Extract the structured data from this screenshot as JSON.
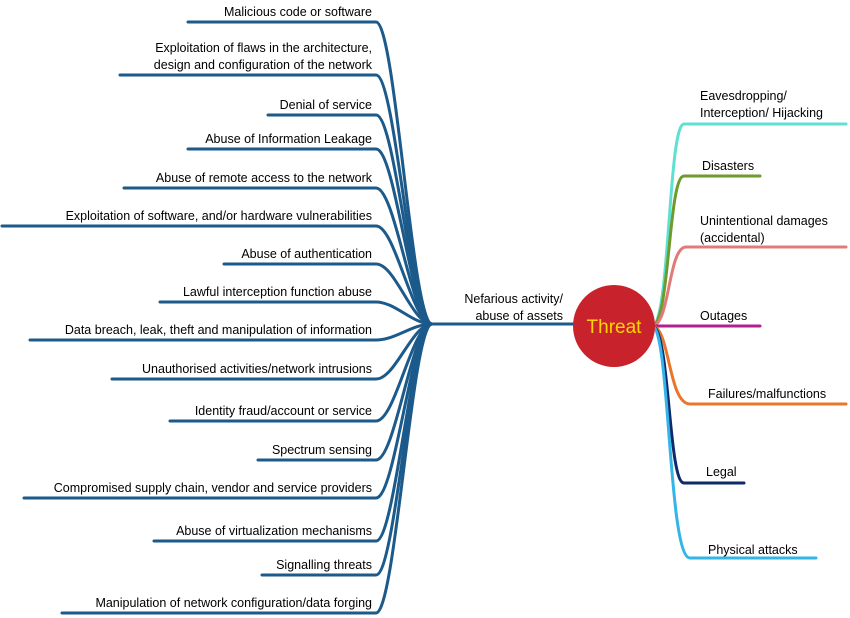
{
  "center": {
    "label": "Threat",
    "fill_color": "#C8232C",
    "text_color": "#FFD400"
  },
  "nefarious_branch": {
    "label_lines": [
      "Nefarious activity/",
      "abuse of assets"
    ],
    "color": "#1B5A8A",
    "items": [
      {
        "lines": [
          "Malicious code or software"
        ]
      },
      {
        "lines": [
          "Exploitation of flaws in the architecture,",
          "design and configuration of the network"
        ]
      },
      {
        "lines": [
          "Denial of service"
        ]
      },
      {
        "lines": [
          "Abuse of Information Leakage"
        ]
      },
      {
        "lines": [
          "Abuse of remote access to the network"
        ]
      },
      {
        "lines": [
          "Exploitation of software, and/or hardware vulnerabilities"
        ]
      },
      {
        "lines": [
          "Abuse of authentication"
        ]
      },
      {
        "lines": [
          "Lawful interception function abuse"
        ]
      },
      {
        "lines": [
          "Data breach, leak, theft and manipulation of information"
        ]
      },
      {
        "lines": [
          "Unauthorised activities/network intrusions"
        ]
      },
      {
        "lines": [
          "Identity fraud/account or service"
        ]
      },
      {
        "lines": [
          "Spectrum sensing"
        ]
      },
      {
        "lines": [
          "Compromised supply chain, vendor and service providers"
        ]
      },
      {
        "lines": [
          "Abuse of virtualization mechanisms"
        ]
      },
      {
        "lines": [
          "Signalling threats"
        ]
      },
      {
        "lines": [
          "Manipulation of network configuration/data forging"
        ]
      }
    ]
  },
  "right_branches": [
    {
      "lines": [
        "Eavesdropping/",
        "Interception/ Hijacking"
      ],
      "color": "#5FE0D0"
    },
    {
      "lines": [
        "Disasters"
      ],
      "color": "#6E9A2E"
    },
    {
      "lines": [
        "Unintentional damages",
        "(accidental)"
      ],
      "color": "#E07C78"
    },
    {
      "lines": [
        "Outages"
      ],
      "color": "#B0208F"
    },
    {
      "lines": [
        "Failures/malfunctions"
      ],
      "color": "#E8762D"
    },
    {
      "lines": [
        "Legal"
      ],
      "color": "#0E2A6B"
    },
    {
      "lines": [
        "Physical attacks"
      ],
      "color": "#33B5E8"
    }
  ]
}
